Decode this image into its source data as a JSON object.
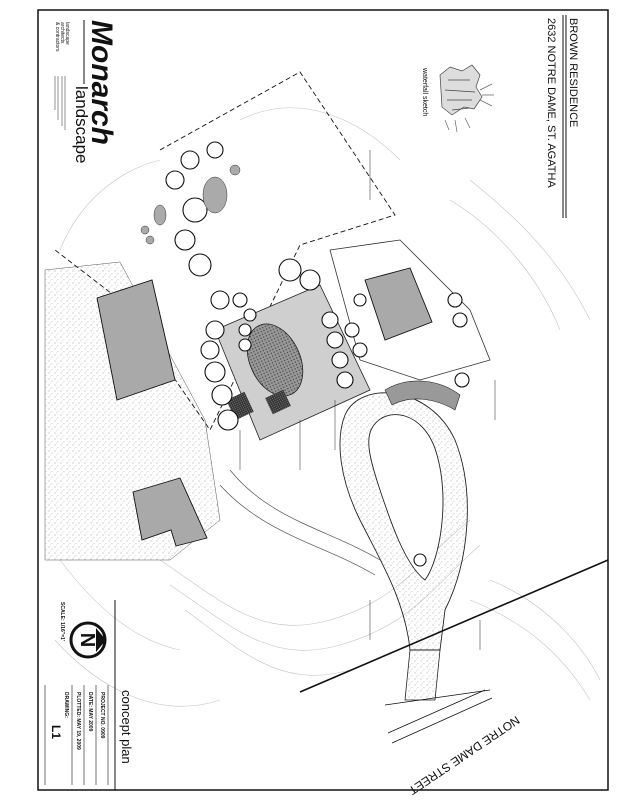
{
  "project": {
    "title": "BROWN RESIDENCE",
    "address": "2632 NOTRE DAME, ST. AGATHA"
  },
  "firm": {
    "logo_script": "Monarch",
    "logo_word": "landscape",
    "tagline_lines": [
      "landscape",
      "architects",
      "& contractors"
    ]
  },
  "sketch": {
    "caption": "waterfall sketch"
  },
  "title_block": {
    "sheet_title": "concept plan",
    "project_no": "PROJECT NO. 0909",
    "date": "DATE: MAY 2009",
    "plotted": "PLOTTED: MAY 19, 2009",
    "drawing_label": "DRAWING:",
    "drawing_no": "L1",
    "scale": "SCALE: 1/16\"=1'",
    "north_letter": "N"
  },
  "plan": {
    "street_name": "NOTRE DAME STREET"
  },
  "colors": {
    "ink": "#111111",
    "building_fill": "#a9a9a9",
    "paving": "#c8c8c8",
    "contour": "#bdbdbd"
  }
}
